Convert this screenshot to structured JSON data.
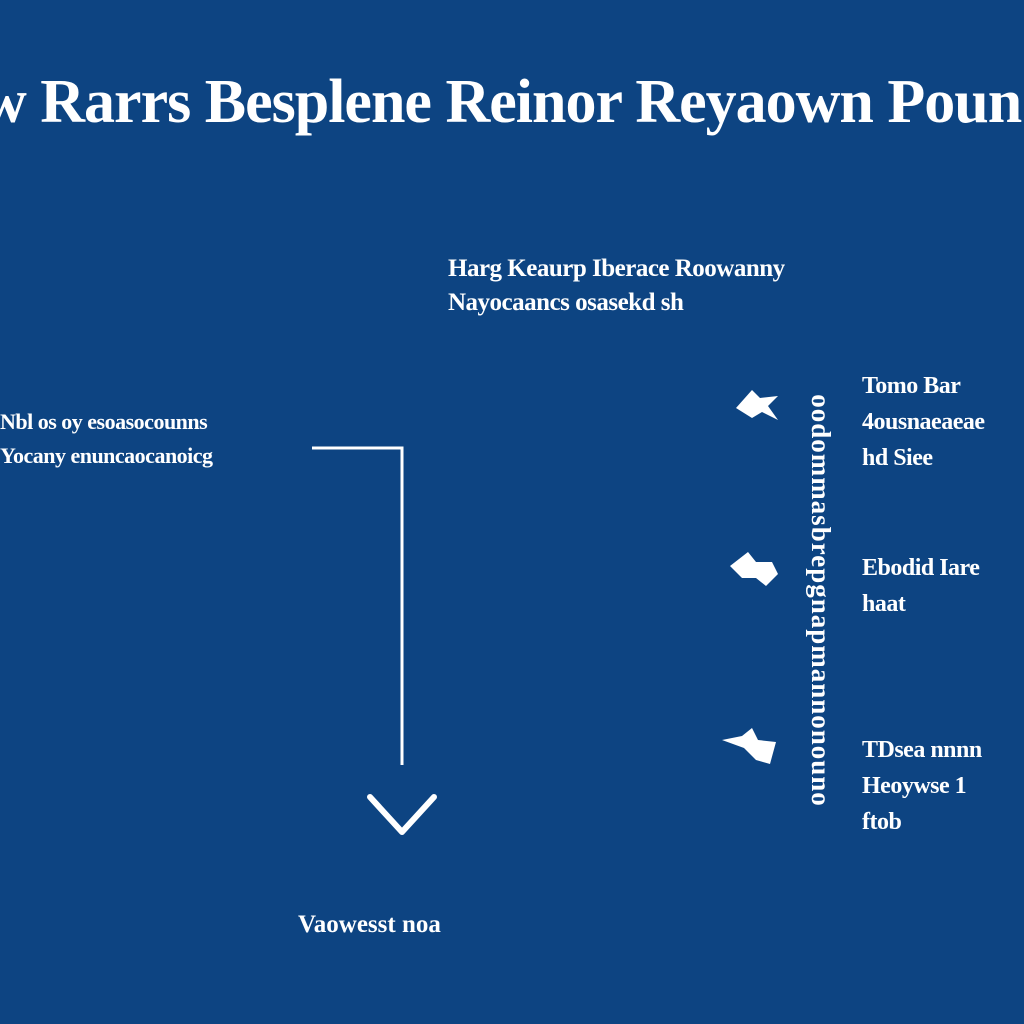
{
  "title": "w Rarrs Besplene Reinor Reyaown Poun I",
  "subtitle": {
    "line1": "Harg Keaurp Iberace Roowanny",
    "line2": "Nayocaancs osasekd sh"
  },
  "left_label": {
    "line1": "Nbl os oy esoasocounns",
    "line2": "Yocany enuncaocanoicg"
  },
  "bottom_label": "Vaowesst noa",
  "vertical_label": "oodommasbrepgnapmannonouno",
  "right_items": [
    {
      "lines": [
        "Tomo Bar",
        "4ousnaeaeae",
        "hd Siee"
      ],
      "icon": "bird-arrow-icon"
    },
    {
      "lines": [
        "Ebodid Iare",
        "haat"
      ],
      "icon": "bird-arrow-icon"
    },
    {
      "lines": [
        "TDsea nnnn",
        "Heoywse 1",
        "ftob"
      ],
      "icon": "bird-arrow-icon"
    }
  ],
  "colors": {
    "background": "#0d4482",
    "foreground": "#ffffff"
  }
}
